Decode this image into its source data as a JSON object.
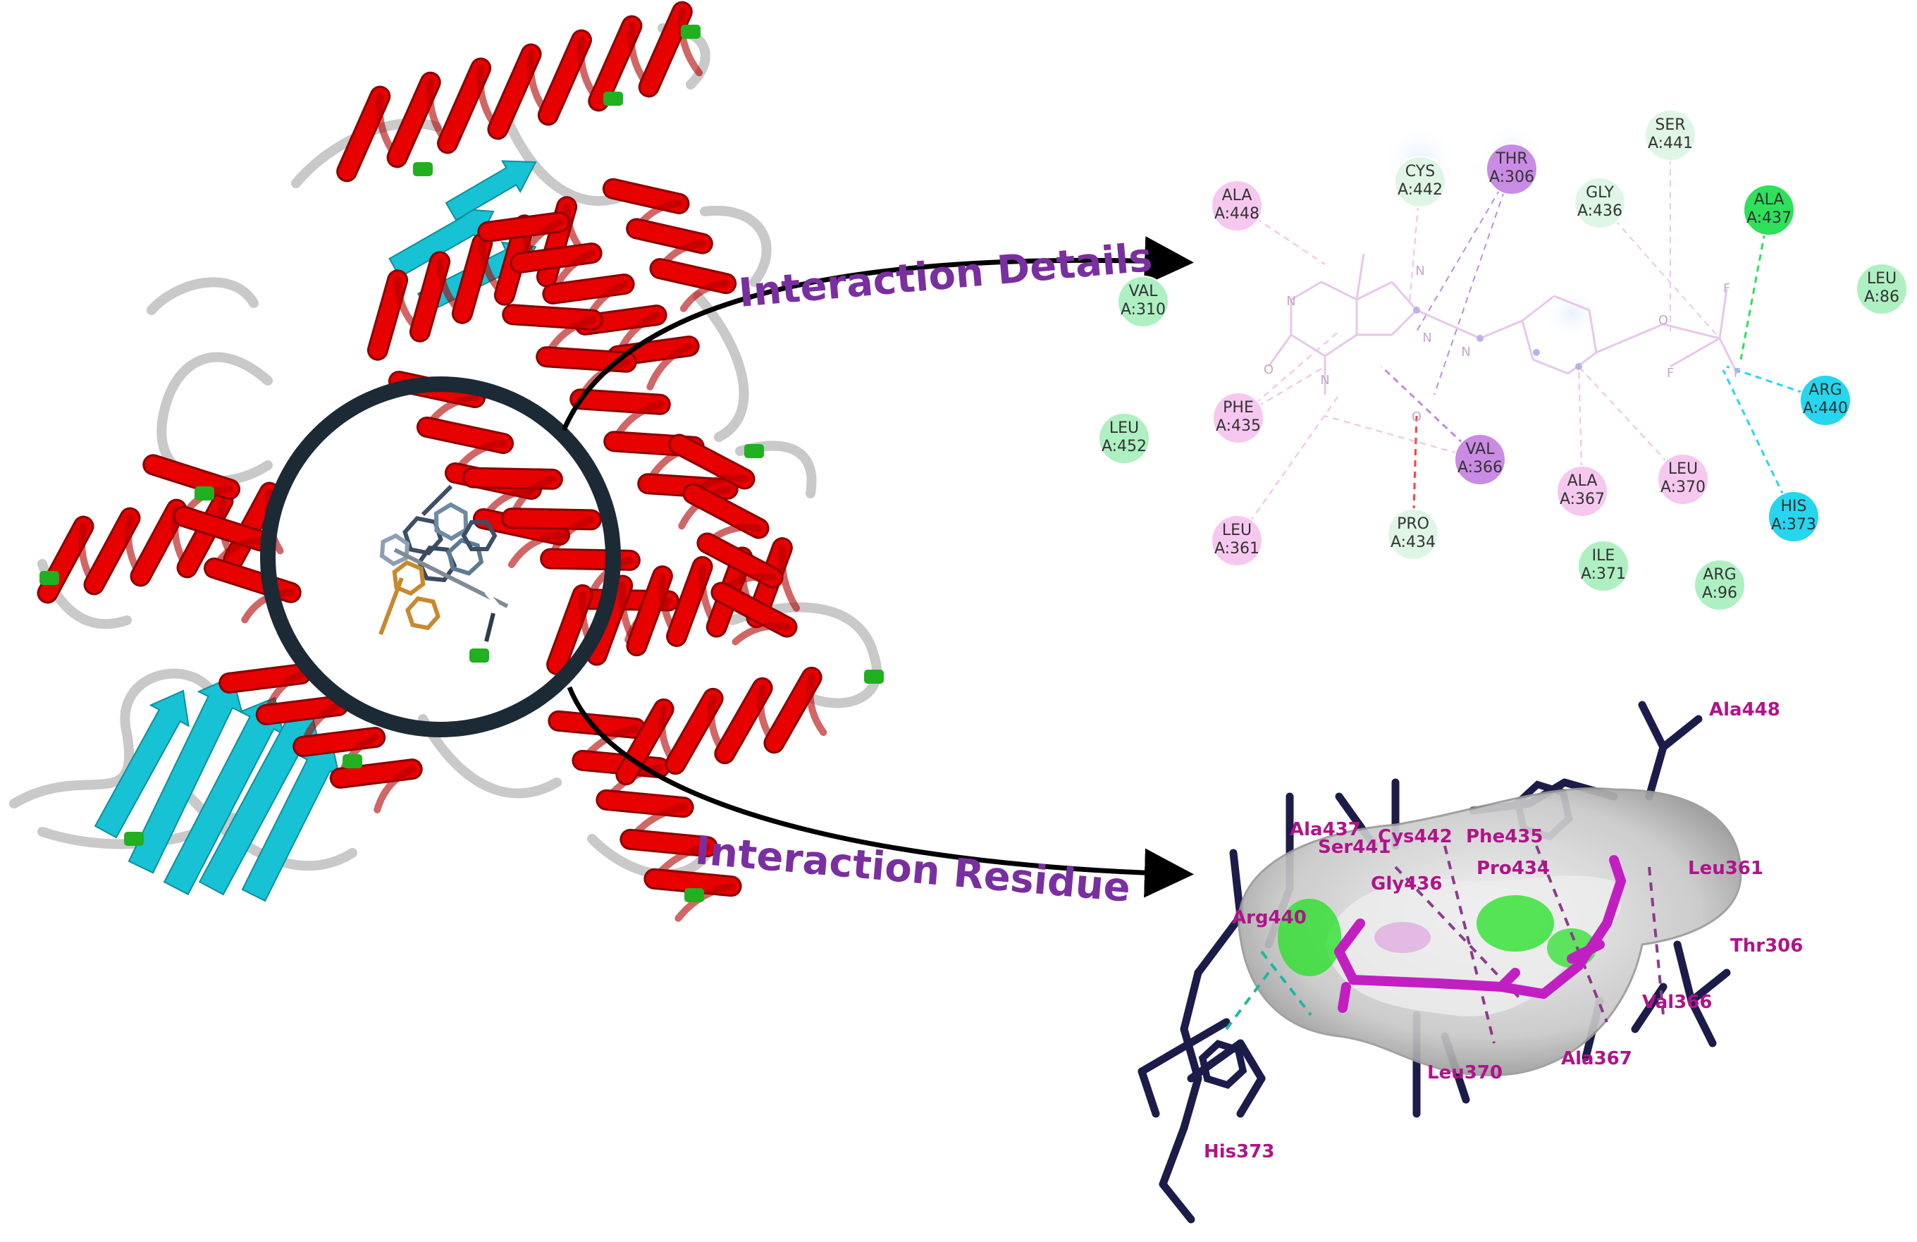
{
  "callouts": {
    "details": "Interaction Details",
    "residue": "Interaction Residue"
  },
  "colors": {
    "helix": "#e60000",
    "strand": "#17c2d4",
    "turn": "#20b020",
    "coil": "#c9c9c9",
    "callout_text": "#7a2fa0",
    "residue_label_3d": "#b0138a",
    "ligand_3d": "#c21fc2",
    "sidechain_3d": "#1c1c4a",
    "surface_3d": "#bdbdbd",
    "circle": "#1c2a36"
  },
  "interaction_2d": {
    "legend_colors": {
      "light_green": "#aef0c2",
      "pale_green": "#dff6e6",
      "bright_green": "#2ee05a",
      "pink": "#f7c8ef",
      "violet": "#c98be3",
      "cyan": "#25d6ee"
    },
    "residues": [
      {
        "name": "ALA",
        "id": "A:448",
        "color": "pink"
      },
      {
        "name": "CYS",
        "id": "A:442",
        "color": "pale_green"
      },
      {
        "name": "THR",
        "id": "A:306",
        "color": "violet"
      },
      {
        "name": "SER",
        "id": "A:441",
        "color": "pale_green"
      },
      {
        "name": "GLY",
        "id": "A:436",
        "color": "pale_green"
      },
      {
        "name": "ALA",
        "id": "A:437",
        "color": "bright_green"
      },
      {
        "name": "LEU",
        "id": "A:86",
        "color": "light_green"
      },
      {
        "name": "VAL",
        "id": "A:310",
        "color": "light_green"
      },
      {
        "name": "LEU",
        "id": "A:452",
        "color": "light_green"
      },
      {
        "name": "PHE",
        "id": "A:435",
        "color": "pink"
      },
      {
        "name": "VAL",
        "id": "A:366",
        "color": "violet"
      },
      {
        "name": "ARG",
        "id": "A:440",
        "color": "cyan"
      },
      {
        "name": "ALA",
        "id": "A:367",
        "color": "pink"
      },
      {
        "name": "LEU",
        "id": "A:370",
        "color": "pink"
      },
      {
        "name": "HIS",
        "id": "A:373",
        "color": "cyan"
      },
      {
        "name": "LEU",
        "id": "A:361",
        "color": "pink"
      },
      {
        "name": "PRO",
        "id": "A:434",
        "color": "pale_green"
      },
      {
        "name": "ILE",
        "id": "A:371",
        "color": "light_green"
      },
      {
        "name": "ARG",
        "id": "A:96",
        "color": "light_green"
      }
    ],
    "atoms": [
      "N",
      "N",
      "O",
      "N",
      "N",
      "N",
      "O",
      "O",
      "F",
      "F",
      "F"
    ]
  },
  "interaction_3d": {
    "residue_labels": [
      "Ala448",
      "Ala437",
      "Ser441",
      "Cys442",
      "Phe435",
      "Gly436",
      "Pro434",
      "Leu361",
      "Arg440",
      "Thr306",
      "Val366",
      "Ala367",
      "Leu370",
      "His373"
    ]
  }
}
